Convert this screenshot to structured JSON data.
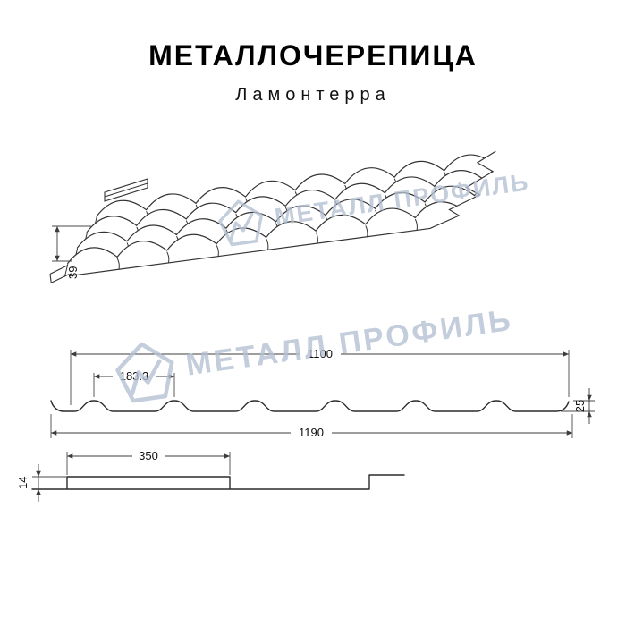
{
  "header": {
    "title": "МЕТАЛЛОЧЕРЕПИЦА",
    "subtitle": "Ламонтерра"
  },
  "watermark": {
    "brand": "МЕТАЛЛ ПРОФИЛЬ"
  },
  "drawings": {
    "perspective": {
      "eave_height": "39"
    },
    "cross_section": {
      "cover_width": "1100",
      "wave_pitch": "183.3",
      "profile_height": "25",
      "full_width": "1190"
    },
    "step_profile": {
      "module_length": "350",
      "step_height": "14"
    }
  },
  "colors": {
    "line": "#3c3c3c",
    "watermark": "#b3c0d2"
  }
}
